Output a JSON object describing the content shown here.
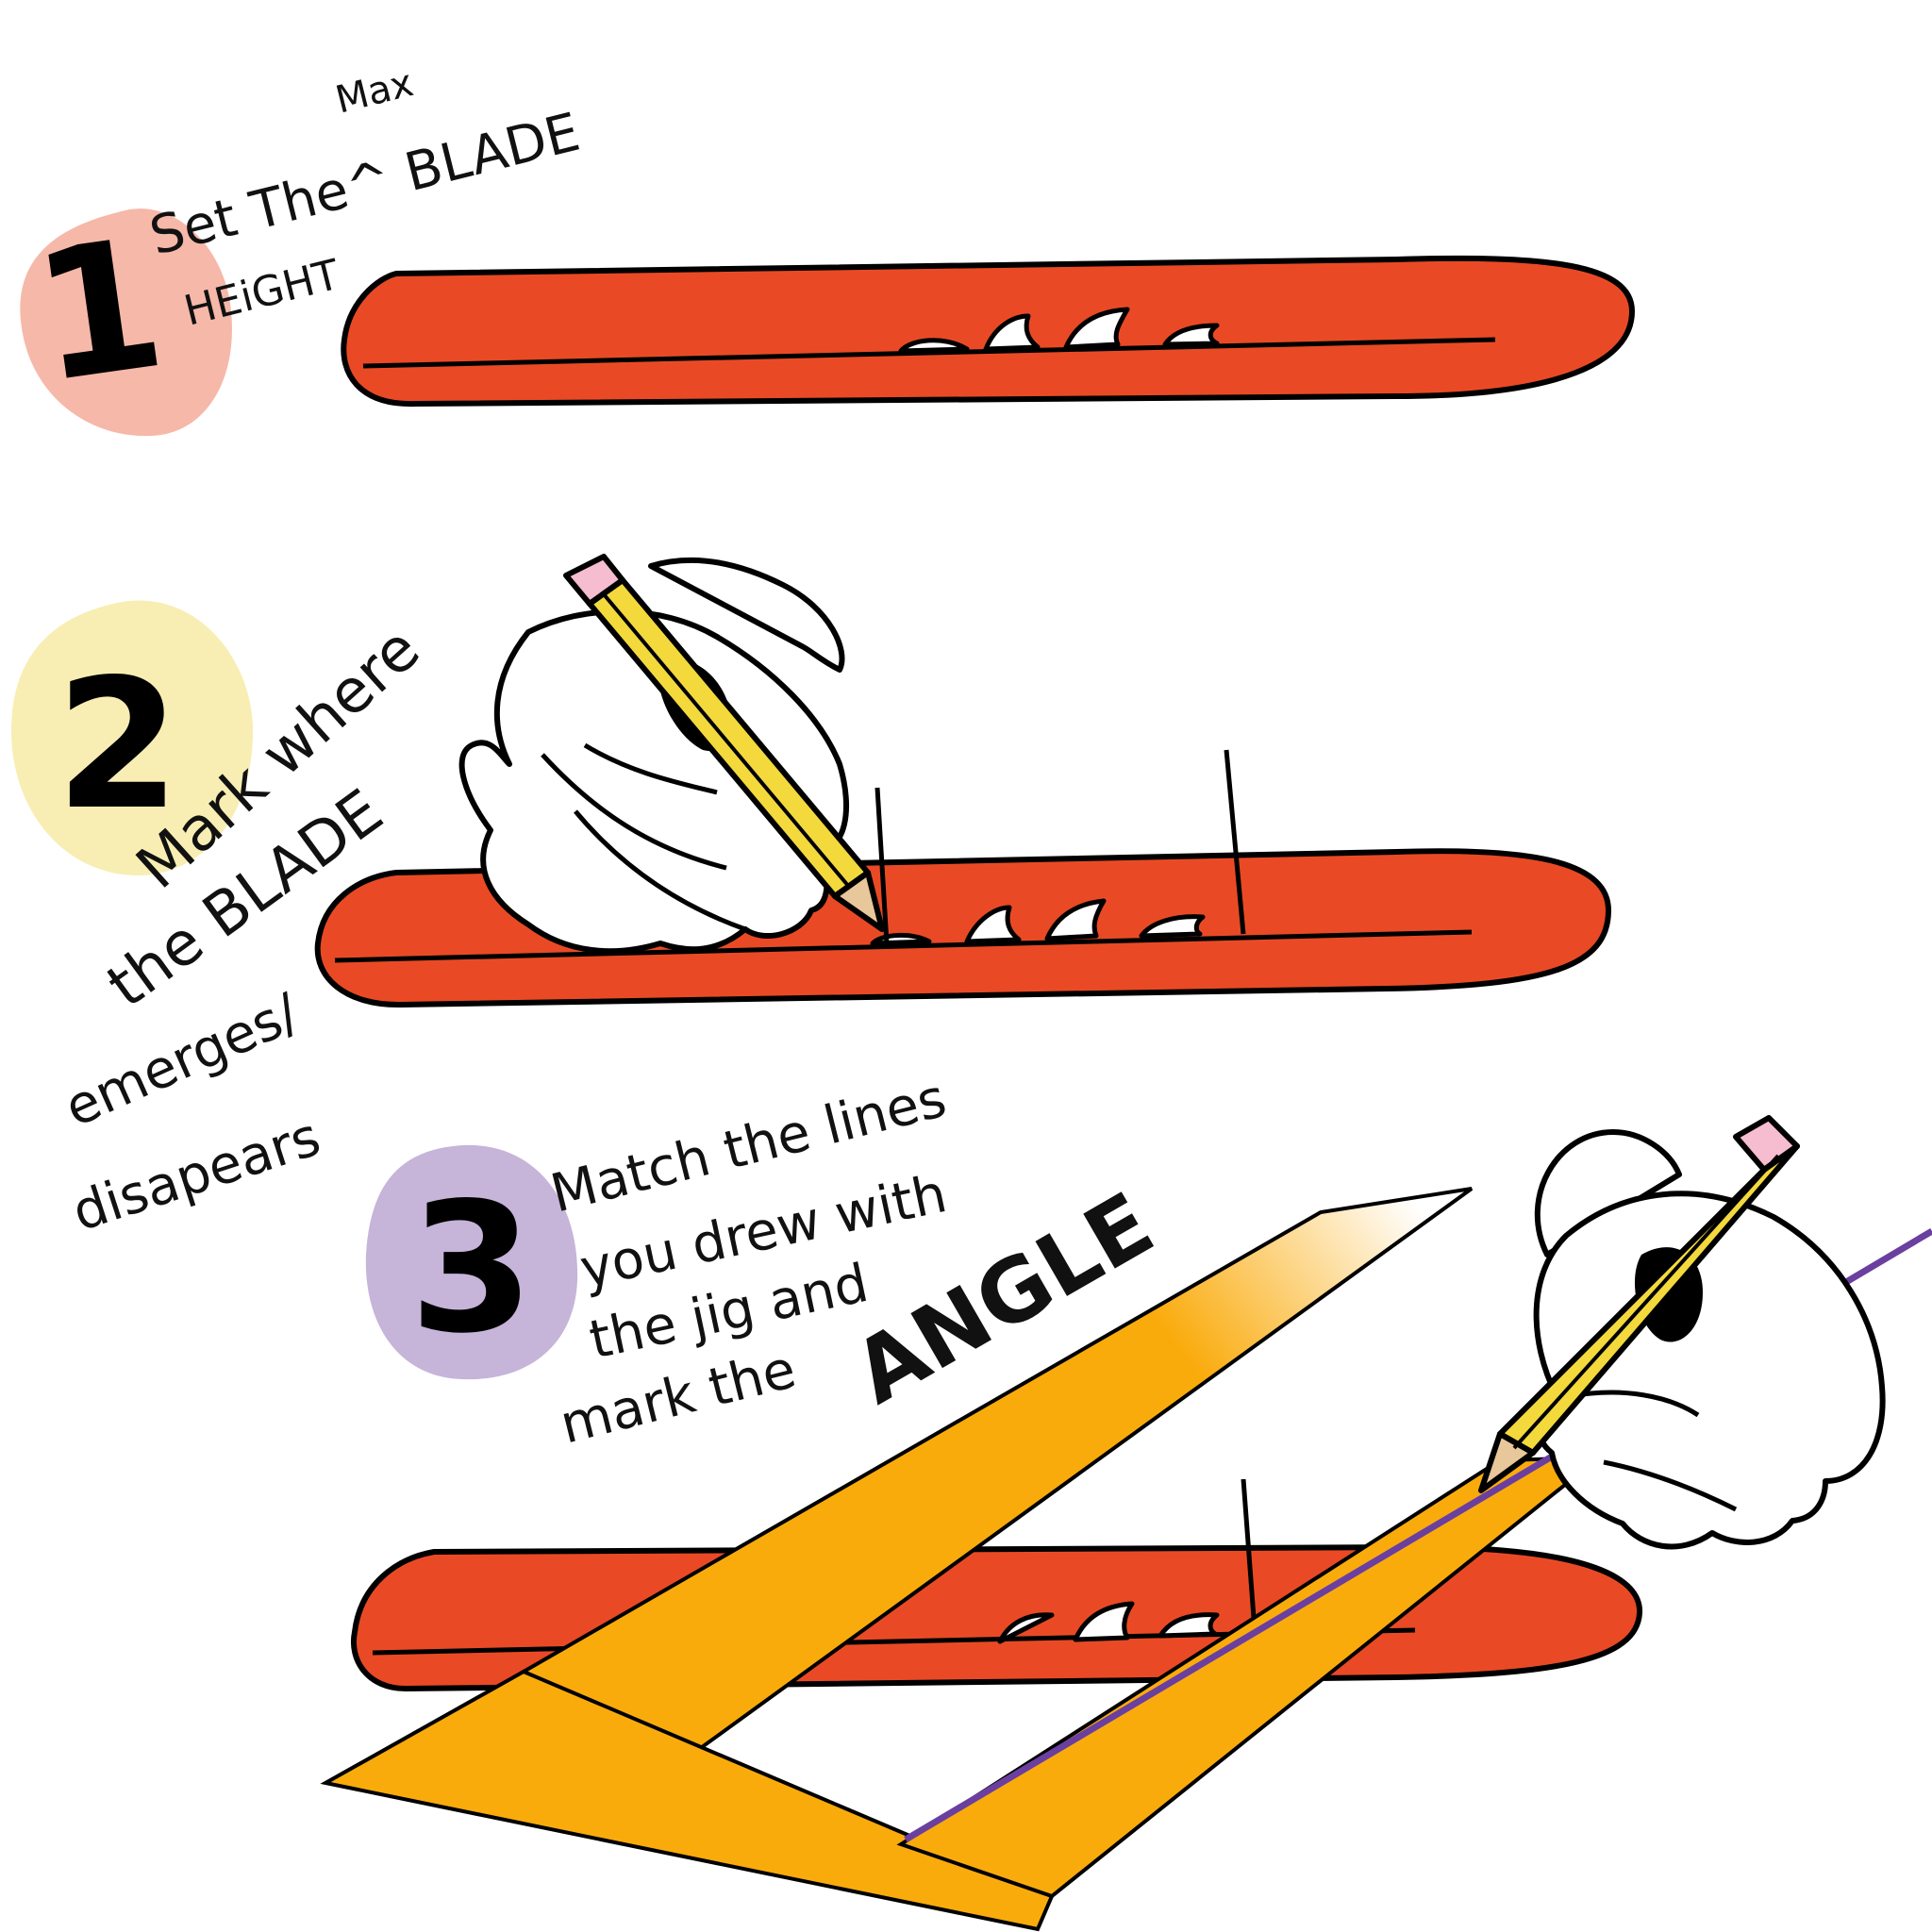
{
  "colors": {
    "step1_circle": "#f6b8a9",
    "step2_circle": "#f8eeb3",
    "step3_circle": "#c6b4d9",
    "blade_slot": "#e94a25",
    "jig": "#faab0c",
    "pencil_body": "#f3d93c",
    "pencil_eraser": "#f6bcd0",
    "angle_line": "#6a3fa0",
    "glove": "#ffffff"
  },
  "steps": [
    {
      "number": "1",
      "lines": [
        "Max",
        "Set The^ BLADE",
        "HEiGHT"
      ]
    },
    {
      "number": "2",
      "lines": [
        "Mark where",
        "the BLADE",
        "emerges/",
        "disapears"
      ]
    },
    {
      "number": "3",
      "lines": [
        "Match the lines",
        "you drew with",
        "the jig and",
        "mark the"
      ],
      "highlight": "ANGLE"
    }
  ],
  "icons": [
    "pencil-icon",
    "glove-hand-icon",
    "blade-teeth-icon"
  ]
}
